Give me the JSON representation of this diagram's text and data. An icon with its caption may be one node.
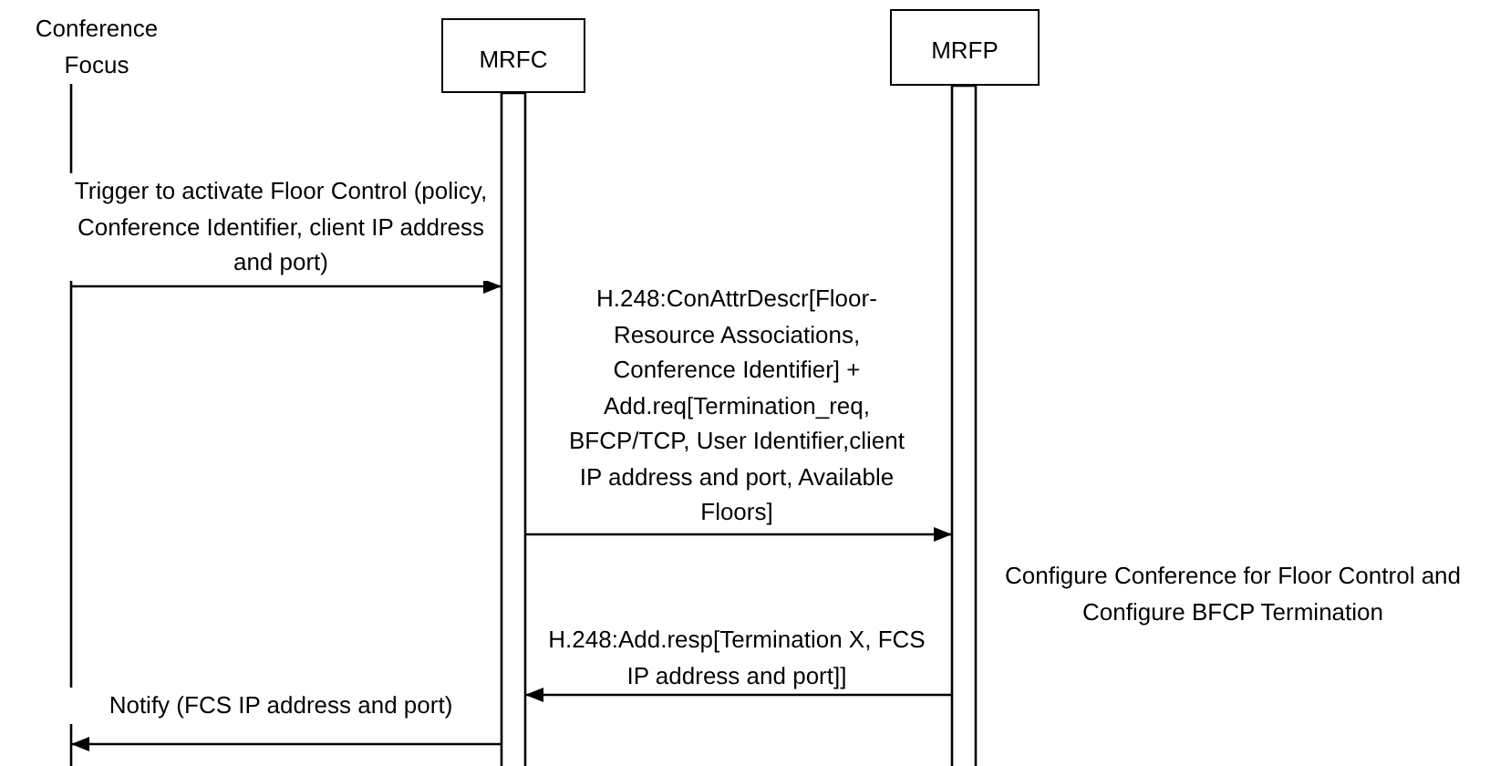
{
  "diagram": {
    "nodes": [
      {
        "text": [
          "Conference Focus"
        ]
      },
      {
        "text": [
          "MRFC"
        ]
      },
      {
        "text": [
          "MRFP"
        ]
      }
    ],
    "edges": [
      {
        "from": 0,
        "to": 1,
        "arrow": "to",
        "label": "Trigger to activate Floor Control (policy, Conference Identifier, client IP address and port)"
      },
      {
        "from": 1,
        "to": 2,
        "arrow": "to",
        "label": "H.248:ConAttrDescr[Floor-Resource Associations, Conference Identifier] + Add.req[Termination_req, BFCP/TCP, User Identifier,client IP address and port, Available Floors]"
      },
      {
        "from": 2,
        "to": 1,
        "arrow": "to",
        "label": "H.248:Add.resp[Termination X, FCS IP address and port]]"
      },
      {
        "from": 1,
        "to": 0,
        "arrow": "to",
        "label": "Notify (FCS IP address and port)"
      }
    ],
    "labels": [
      "Configure Conference for Floor Control and Configure BFCP Termination"
    ]
  }
}
